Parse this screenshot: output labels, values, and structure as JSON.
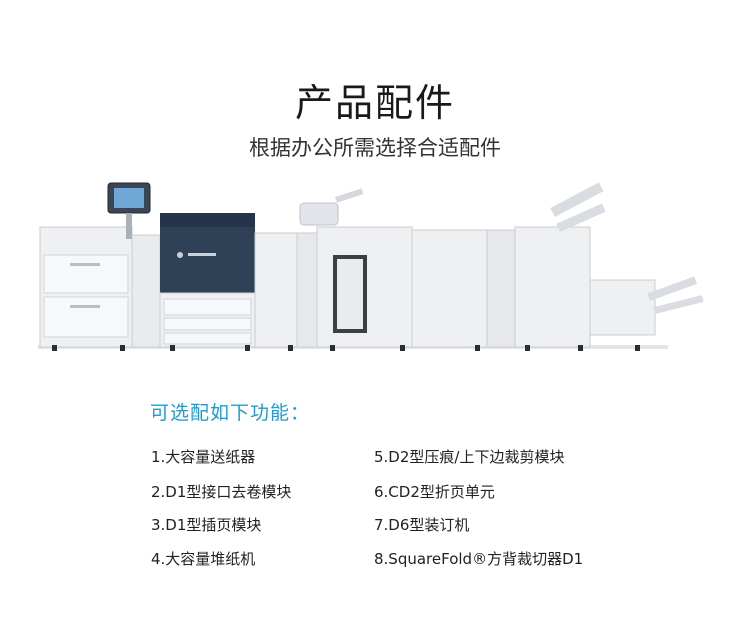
{
  "title": "产品配件",
  "subtitle": "根据办公所需选择合适配件",
  "options_heading": "可选配如下功能：",
  "features": [
    "1.大容量送纸器",
    "2.D1型接口去卷模块",
    "3.D1型插页模块",
    "4.大容量堆纸机",
    "5.D2型压痕/上下边裁剪模块",
    "6.CD2型折页单元",
    "7.D6型装订机",
    "8.SquareFold®方背裁切器D1"
  ],
  "colors": {
    "accent": "#1e9bd7",
    "printer_body": "#2f4156",
    "machine_panel": "#eef0f2"
  }
}
